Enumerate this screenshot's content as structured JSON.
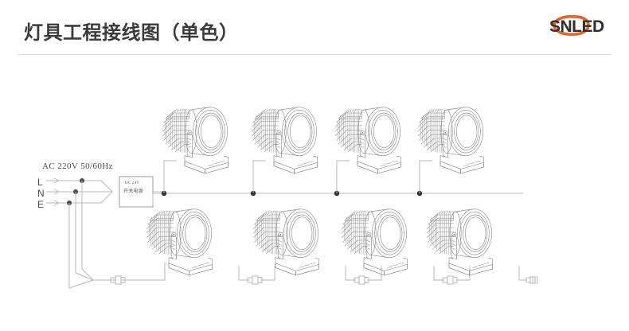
{
  "header": {
    "title": "灯具工程接线图（单色）",
    "logo_text": "SNLED",
    "logo_accent_color": "#e8622a",
    "logo_text_color": "#2f2f2f"
  },
  "diagram": {
    "type": "wiring-diagram",
    "description": "LED floodlight project wiring diagram (single color)",
    "supply": {
      "label": "AC  220V  50/60Hz",
      "terminals": [
        {
          "name": "L",
          "label": "L"
        },
        {
          "name": "N",
          "label": "N"
        },
        {
          "name": "E",
          "label": "E"
        }
      ]
    },
    "power_supply_box": {
      "line1": "DC  24V",
      "line2": "开关电源"
    },
    "bus": {
      "junction_count": 4,
      "line_color": "#b9b9b9"
    },
    "lamps": {
      "top_row_count": 4,
      "bottom_row_count": 4,
      "total": 8,
      "outline_color": "#8d8d8d"
    },
    "connectors": {
      "bottom_row_count": 4,
      "supply_count": 1
    }
  },
  "colors": {
    "background": "#ffffff",
    "title": "#3b3b3b",
    "rule": "#e3e3e3",
    "wire": "#b9b9b9",
    "lamp_line": "#8d8d8d",
    "text": "#4a4a4a"
  }
}
